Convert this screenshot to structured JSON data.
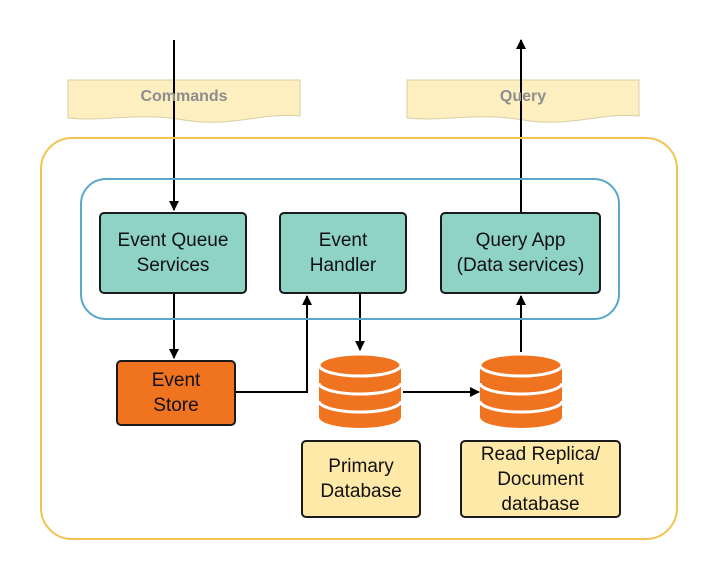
{
  "labels": {
    "commands": "Commands",
    "query": "Query"
  },
  "services": {
    "event_queue": "Event Queue\nServices",
    "event_handler": "Event\nHandler",
    "query_app": "Query App\n(Data services)"
  },
  "stores": {
    "event_store": "Event\nStore",
    "primary_db": "Primary\nDatabase",
    "read_replica": "Read Replica/\nDocument\ndatabase"
  },
  "colors": {
    "outer_border": "#f0c44f",
    "inner_border": "#5aa8c8",
    "service_fill": "#8fd3c7",
    "event_store_fill": "#f07320",
    "database_fill": "#f07320",
    "label_fill": "#fee9a8",
    "banner_fill": "#fdefc0",
    "banner_text": "#8d8d8d"
  }
}
